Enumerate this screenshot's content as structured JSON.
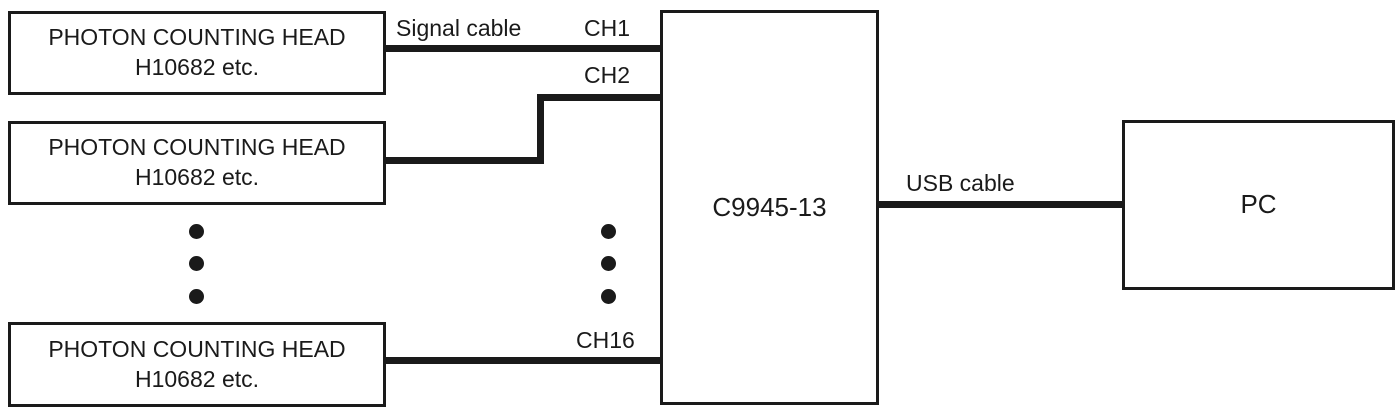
{
  "diagram": {
    "heads": [
      {
        "line1": "PHOTON COUNTING HEAD",
        "line2": "H10682 etc."
      },
      {
        "line1": "PHOTON COUNTING HEAD",
        "line2": "H10682 etc."
      },
      {
        "line1": "PHOTON COUNTING HEAD",
        "line2": "H10682 etc."
      }
    ],
    "controller": {
      "label": "C9945-13"
    },
    "pc": {
      "label": "PC"
    },
    "labels": {
      "signal_cable": "Signal cable",
      "ch1": "CH1",
      "ch2": "CH2",
      "ch16": "CH16",
      "usb_cable": "USB cable"
    },
    "colors": {
      "line": "#1a1a1a",
      "background": "#ffffff"
    }
  }
}
